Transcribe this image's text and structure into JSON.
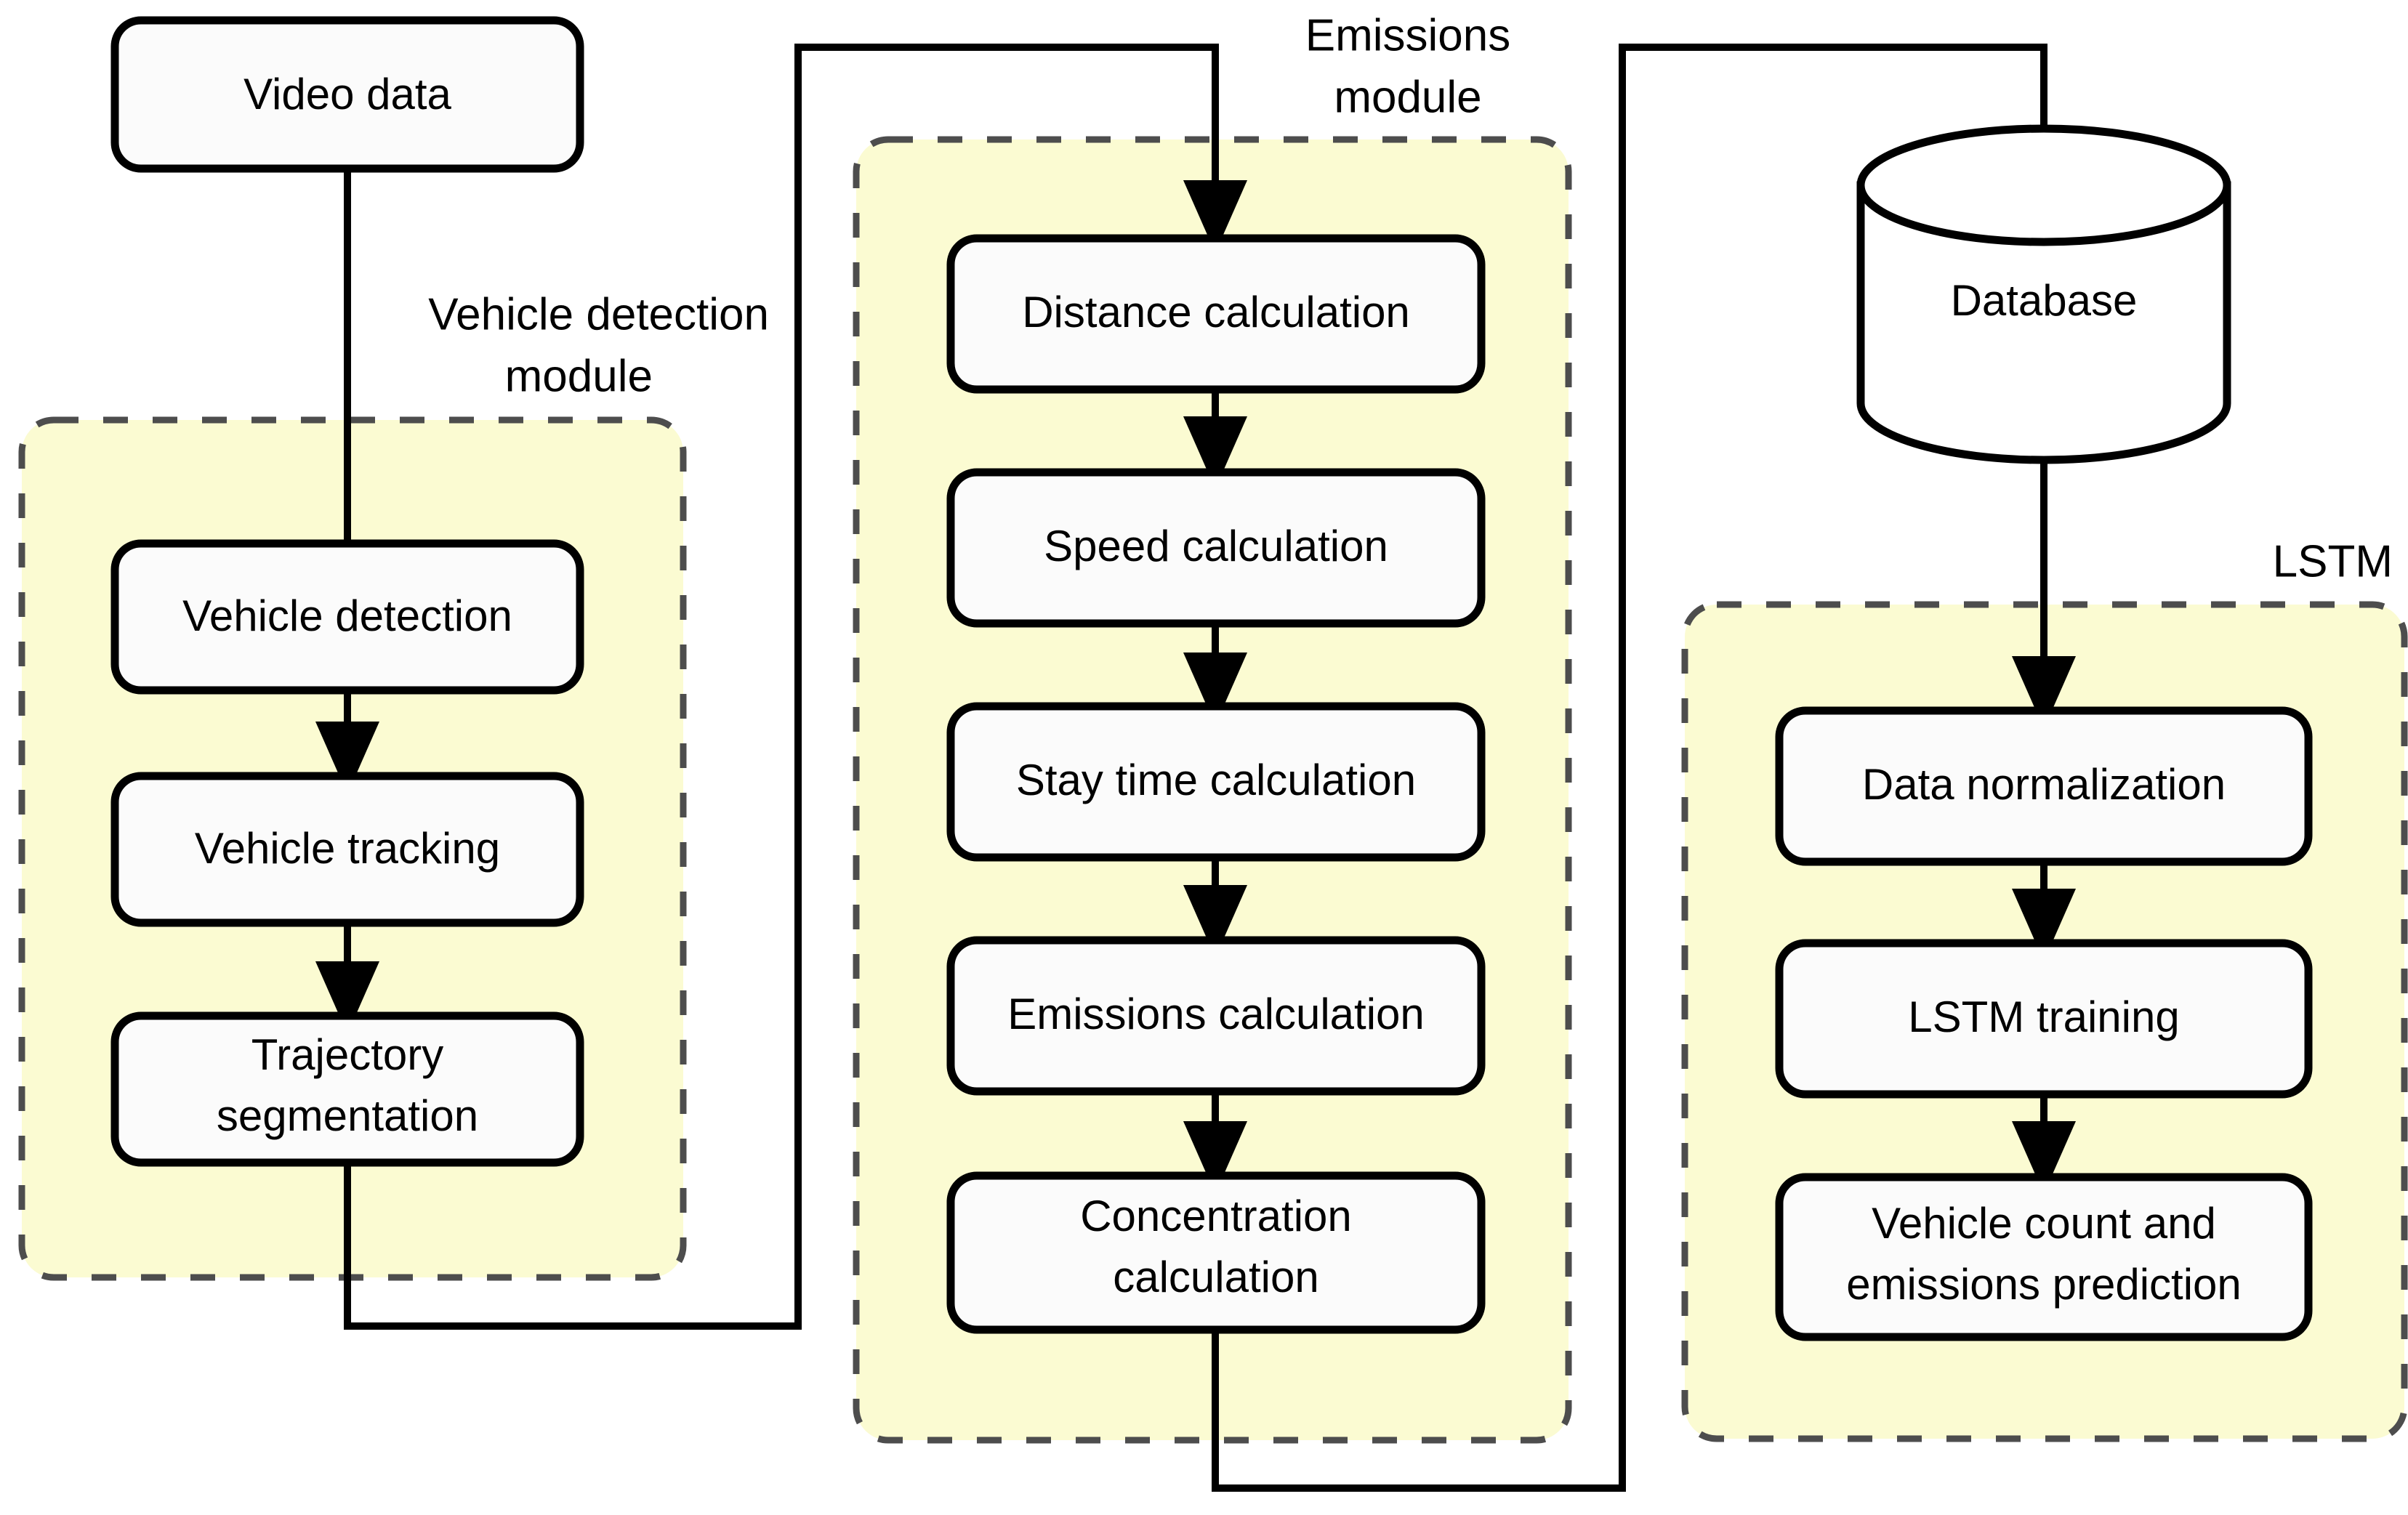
{
  "diagram": {
    "title": "Vehicle detection, emissions and LSTM prediction pipeline",
    "colors": {
      "module_fill": "#fbfbd2",
      "module_border": "#4d4d4d",
      "node_fill": "#fbfbfb",
      "node_border": "#000000",
      "connector": "#000000",
      "background": "#ffffff"
    }
  },
  "nodes": {
    "video_data": "Video data",
    "vehicle_detection": "Vehicle detection",
    "vehicle_tracking": "Vehicle tracking",
    "trajectory_segmentation_line1": "Trajectory",
    "trajectory_segmentation_line2": "segmentation",
    "distance_calculation": "Distance calculation",
    "speed_calculation": "Speed calculation",
    "stay_time_calculation": "Stay time calculation",
    "emissions_calculation": "Emissions calculation",
    "concentration_calculation_line1": "Concentration",
    "concentration_calculation_line2": "calculation",
    "database": "Database",
    "data_normalization": "Data normalization",
    "lstm_training": "LSTM training",
    "vehicle_count_prediction_line1": "Vehicle count and",
    "vehicle_count_prediction_line2": "emissions prediction"
  },
  "modules": {
    "vehicle_detection_module_line1": "Vehicle detection",
    "vehicle_detection_module_line2": "module",
    "emissions_module_line1": "Emissions",
    "emissions_module_line2": "module",
    "lstm_module": "LSTM"
  },
  "flow": {
    "edges": [
      {
        "from": "Video data",
        "to": "Vehicle detection"
      },
      {
        "from": "Vehicle detection",
        "to": "Vehicle tracking"
      },
      {
        "from": "Vehicle tracking",
        "to": "Trajectory segmentation"
      },
      {
        "from": "Trajectory segmentation",
        "to": "Distance calculation"
      },
      {
        "from": "Distance calculation",
        "to": "Speed calculation"
      },
      {
        "from": "Speed calculation",
        "to": "Stay time calculation"
      },
      {
        "from": "Stay time calculation",
        "to": "Emissions calculation"
      },
      {
        "from": "Emissions calculation",
        "to": "Concentration calculation"
      },
      {
        "from": "Concentration calculation",
        "to": "Database"
      },
      {
        "from": "Database",
        "to": "Data normalization"
      },
      {
        "from": "Data normalization",
        "to": "LSTM training"
      },
      {
        "from": "LSTM training",
        "to": "Vehicle count and emissions prediction"
      }
    ]
  }
}
